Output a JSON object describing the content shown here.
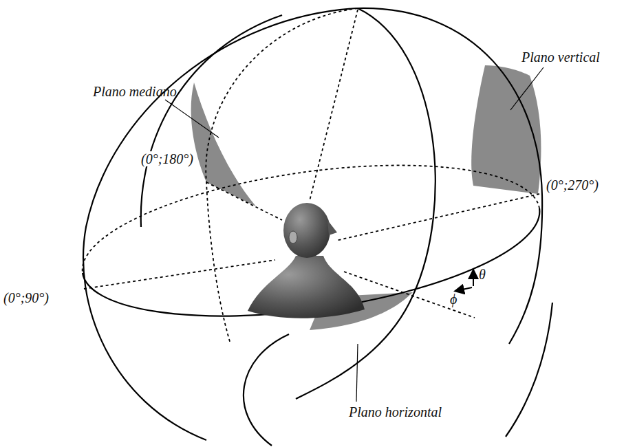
{
  "diagram": {
    "labels": [
      "Plano mediano",
      "Plano vertical",
      "(0°;180°)",
      "(0°;270°)",
      "(0°;90°)",
      "Plano horizontal",
      "θ",
      "ϕ"
    ]
  }
}
